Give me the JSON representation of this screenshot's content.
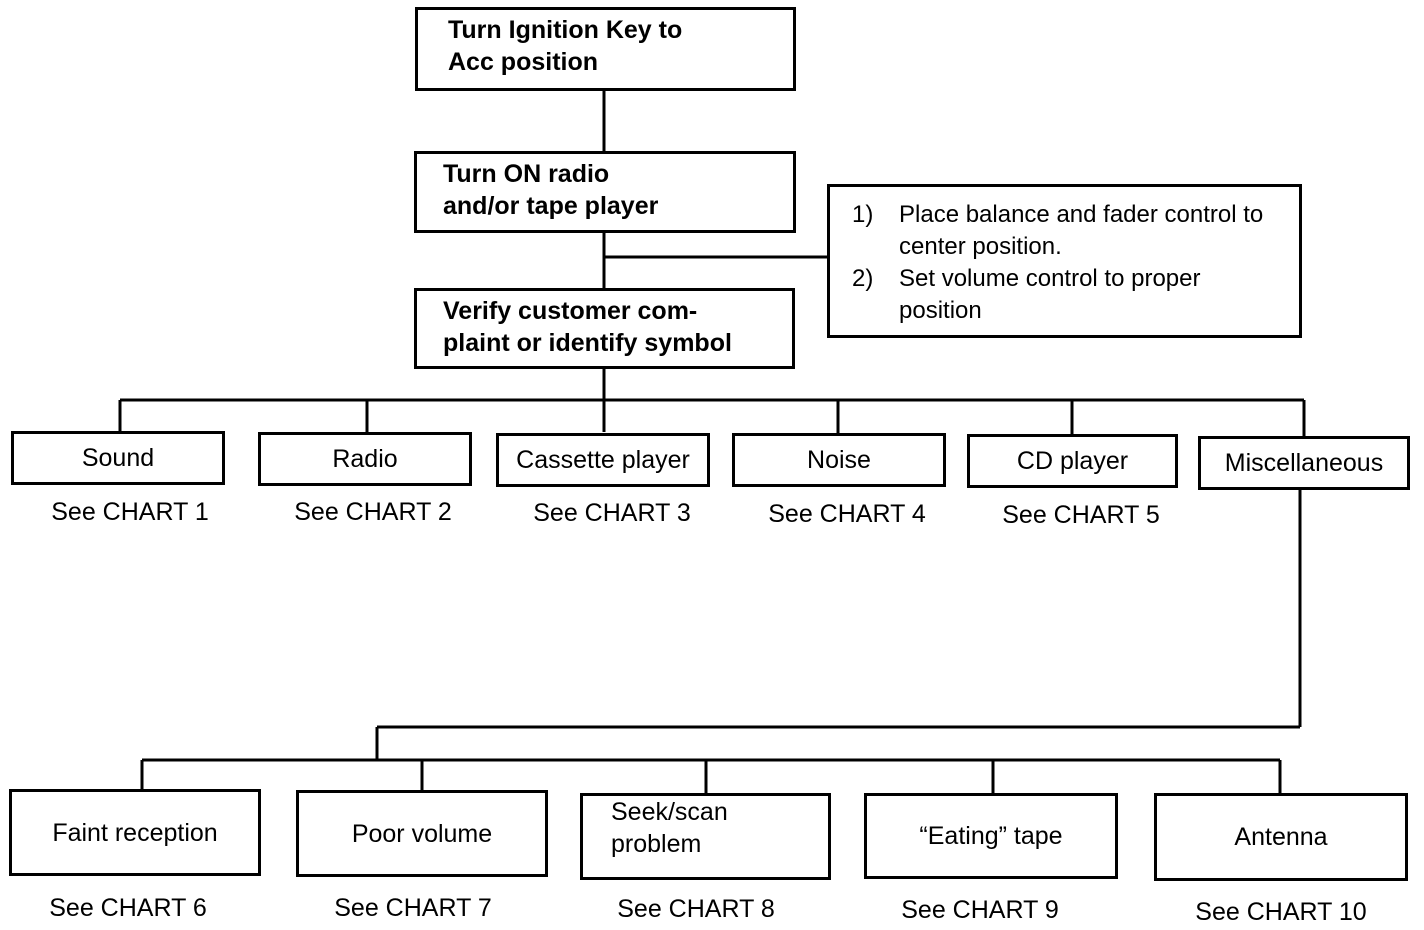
{
  "steps": [
    {
      "line1": "Turn Ignition Key to",
      "line2": "Acc position"
    },
    {
      "line1": "Turn ON radio",
      "line2": "and/or tape player"
    },
    {
      "line1": "Verify customer com-",
      "line2": "plaint or identify symbol"
    }
  ],
  "note": {
    "items": [
      {
        "num": "1)",
        "text": "Place balance and fader control to center position."
      },
      {
        "num": "2)",
        "text": "Set volume control to proper position"
      }
    ]
  },
  "categories": [
    {
      "label": "Sound",
      "ref": "See CHART 1"
    },
    {
      "label": "Radio",
      "ref": "See CHART 2"
    },
    {
      "label": "Cassette player",
      "ref": "See CHART 3"
    },
    {
      "label": "Noise",
      "ref": "See CHART 4"
    },
    {
      "label": "CD player",
      "ref": "See CHART 5"
    },
    {
      "label": "Miscellaneous",
      "ref": ""
    }
  ],
  "misc_items": [
    {
      "line1": "Faint reception",
      "line2": "",
      "ref": "See CHART 6"
    },
    {
      "line1": "Poor volume",
      "line2": "",
      "ref": "See CHART 7"
    },
    {
      "line1": "Seek/scan",
      "line2": "problem",
      "ref": "See CHART 8"
    },
    {
      "line1": "“Eating” tape",
      "line2": "",
      "ref": "See CHART 9"
    },
    {
      "line1": "Antenna",
      "line2": "",
      "ref": "See CHART 10"
    }
  ]
}
